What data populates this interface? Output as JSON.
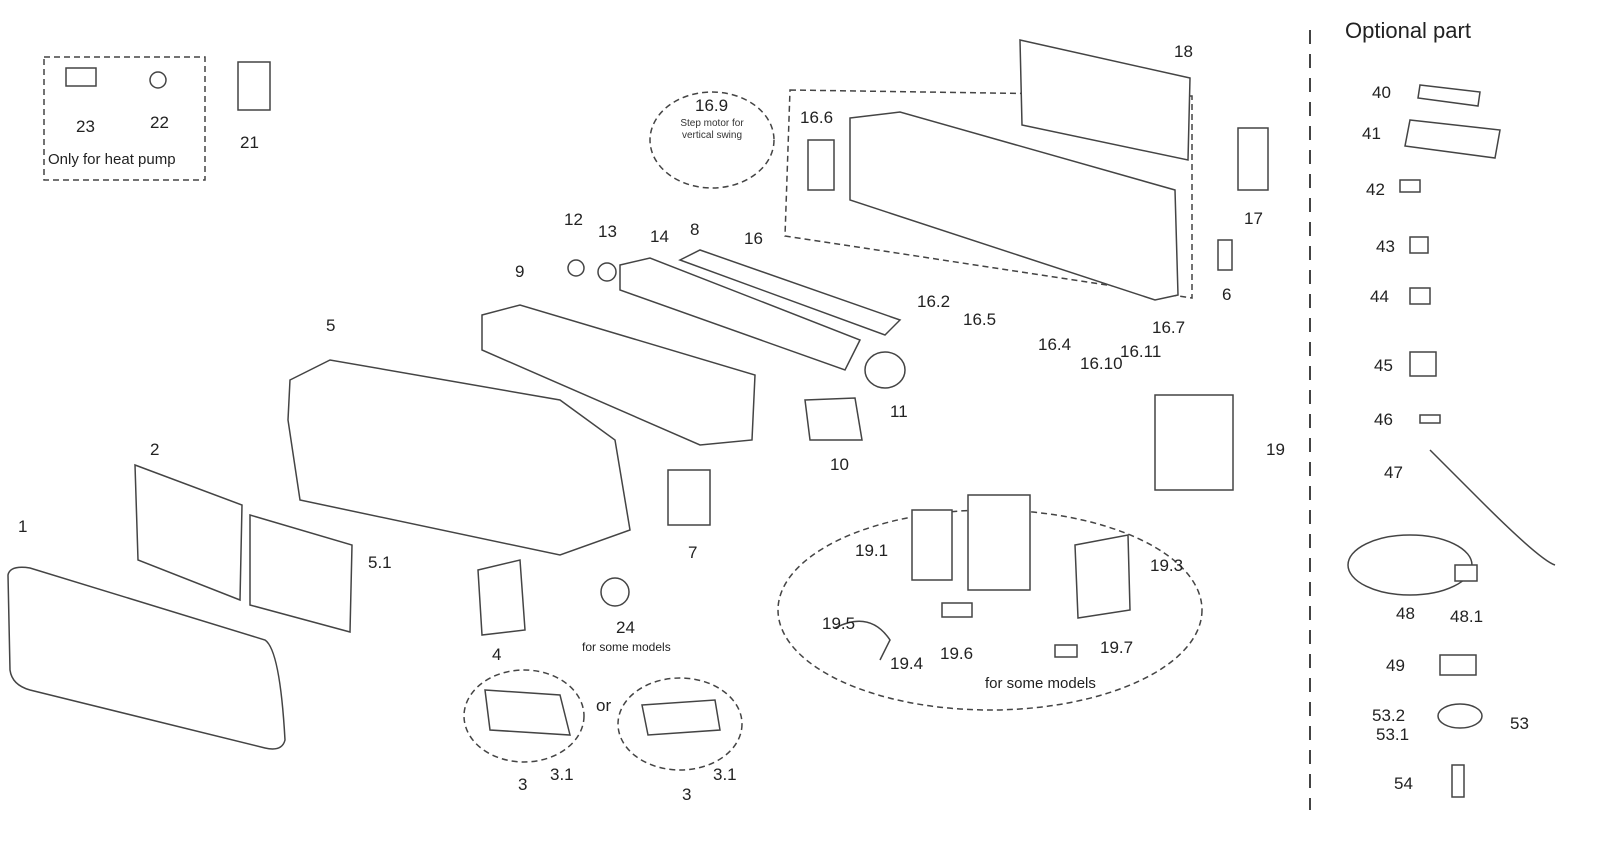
{
  "header": {
    "optional_title": "Optional part"
  },
  "notes": {
    "heat_pump_only": "Only for heat pump",
    "or": "or",
    "for_some_models_24": "for some models",
    "for_some_models_19": "for some models",
    "step_motor": "Step motor for vertical swing"
  },
  "part_numbers": [
    "1",
    "2",
    "3",
    "3",
    "3.1",
    "3.1",
    "4",
    "5",
    "5.1",
    "6",
    "7",
    "8",
    "9",
    "10",
    "11",
    "12",
    "13",
    "14",
    "16",
    "16.2",
    "16.4",
    "16.5",
    "16.6",
    "16.7",
    "16.9",
    "16.10",
    "16.11",
    "17",
    "18",
    "19",
    "19.1",
    "19.3",
    "19.4",
    "19.5",
    "19.6",
    "19.7",
    "21",
    "22",
    "23",
    "24",
    "40",
    "41",
    "42",
    "43",
    "44",
    "45",
    "46",
    "47",
    "48",
    "48.1",
    "49",
    "53.2",
    "53",
    "53.1",
    "54"
  ]
}
